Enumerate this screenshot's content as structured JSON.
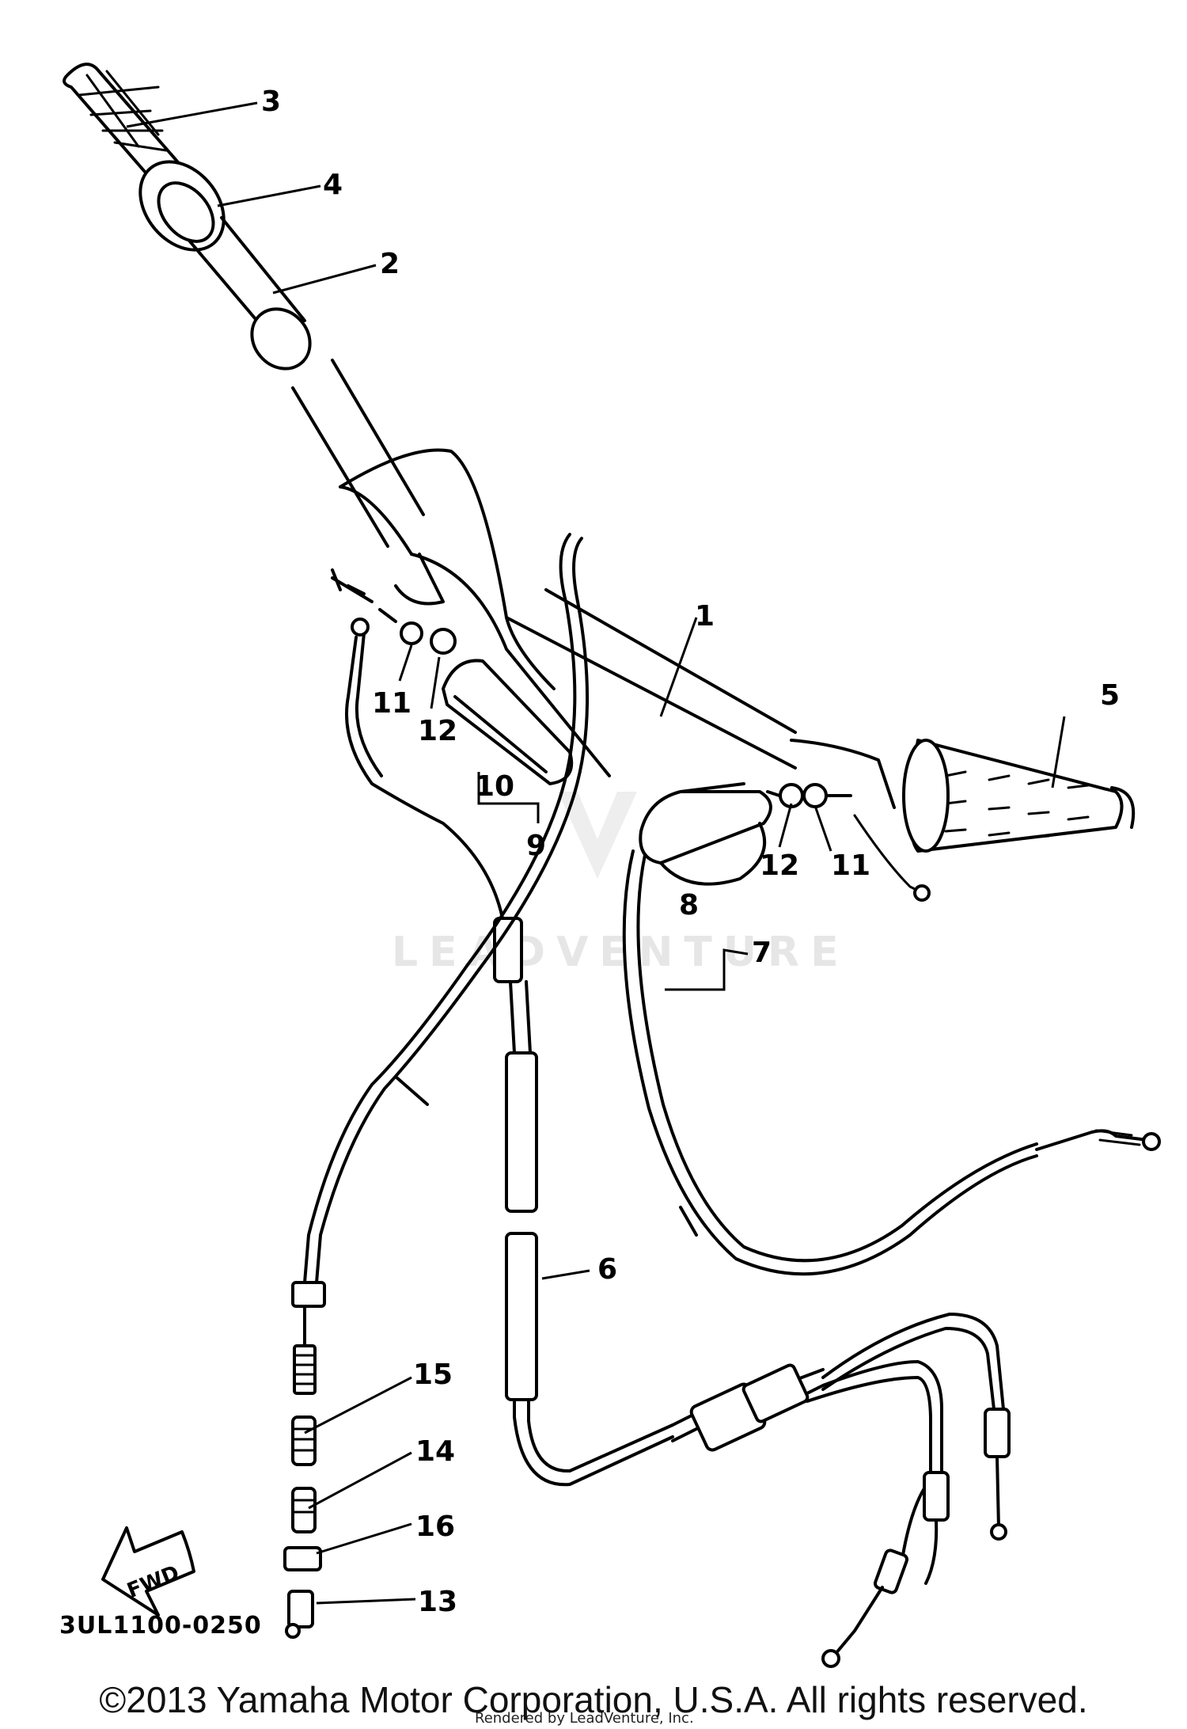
{
  "diagram": {
    "drawing_code": "3UL1100-0250",
    "fwd_label": "FWD",
    "watermark": "LEADVENTURE",
    "rendered_by": "Rendered by LeadVenture, Inc.",
    "copyright": "©2013 Yamaha Motor Corporation, U.S.A. All rights reserved.",
    "callouts": [
      "1",
      "2",
      "3",
      "4",
      "5",
      "6",
      "7",
      "8",
      "9",
      "10",
      "11",
      "11",
      "12",
      "12",
      "13",
      "14",
      "15",
      "16"
    ]
  }
}
